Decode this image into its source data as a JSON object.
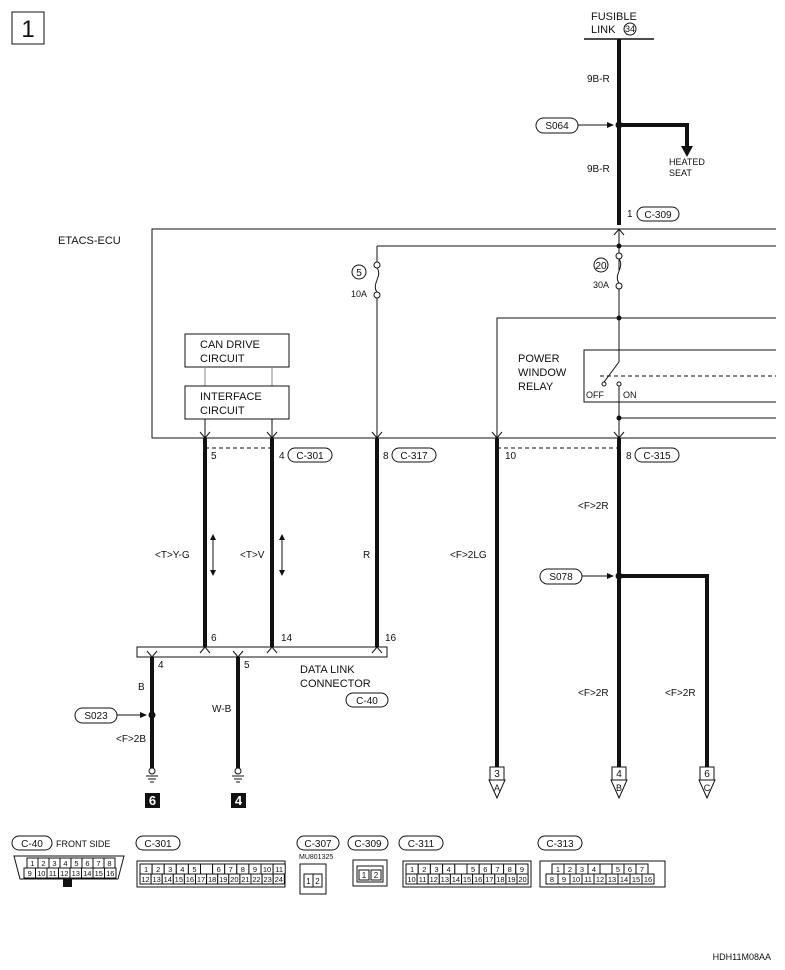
{
  "page_number": "1",
  "figure_code": "HDH11M08AA",
  "fusible_link": {
    "line1": "FUSIBLE",
    "line2": "LINK",
    "number": "34"
  },
  "wires": {
    "main_top": "9B-R",
    "main_mid": "9B-R",
    "can_high": "<T>Y-G",
    "can_low": "<T>V",
    "red": "R",
    "light_green": "<F>2LG",
    "pw_upper": "<F>2R",
    "pw_lower_left": "<F>2R",
    "pw_lower_right": "<F>2R",
    "ground_b": "B",
    "ground_b2": "<F>2B",
    "ground_wb": "W-B"
  },
  "splices": {
    "s064": "S064",
    "s078": "S078",
    "s023": "S023"
  },
  "heated_seat": {
    "line1": "HEATED",
    "line2": "SEAT"
  },
  "ecu": {
    "name": "ETACS-ECU"
  },
  "fuses": {
    "f5": {
      "num": "5",
      "rating": "10A"
    },
    "f20": {
      "num": "20",
      "rating": "30A"
    }
  },
  "blocks": {
    "can_drive": {
      "line1": "CAN DRIVE",
      "line2": "CIRCUIT"
    },
    "interface": {
      "line1": "INTERFACE",
      "line2": "CIRCUIT"
    },
    "relay": {
      "line1": "POWER",
      "line2": "WINDOW",
      "line3": "RELAY",
      "off": "OFF",
      "on": "ON"
    }
  },
  "connectors": {
    "c309": "C-309",
    "c301": "C-301",
    "c317": "C-317",
    "c315": "C-315",
    "c40": "C-40",
    "dlc_line1": "DATA LINK",
    "dlc_line2": "CONNECTOR"
  },
  "pins": {
    "c309_1": "1",
    "p5": "5",
    "p4": "4",
    "p8a": "8",
    "p10": "10",
    "p8b": "8",
    "dlc6": "6",
    "dlc14": "14",
    "dlc16": "16",
    "dlc4": "4",
    "dlc5": "5"
  },
  "grounds": {
    "g6": "6",
    "g4": "4"
  },
  "continuations": [
    {
      "num": "3",
      "letter": "A"
    },
    {
      "num": "4",
      "letter": "B"
    },
    {
      "num": "6",
      "letter": "C"
    }
  ],
  "legend": {
    "c40": {
      "label": "C-40",
      "note": "FRONT SIDE",
      "top": [
        "1",
        "2",
        "3",
        "4",
        "5",
        "6",
        "7",
        "8"
      ],
      "bottom": [
        "9",
        "10",
        "11",
        "12",
        "13",
        "14",
        "15",
        "16"
      ]
    },
    "c301": {
      "label": "C-301",
      "top": [
        "1",
        "2",
        "3",
        "4",
        "5",
        "",
        "6",
        "7",
        "8",
        "9",
        "10",
        "11"
      ],
      "bottom": [
        "12",
        "13",
        "14",
        "15",
        "16",
        "17",
        "18",
        "19",
        "20",
        "21",
        "22",
        "23",
        "24"
      ]
    },
    "c307": {
      "label": "C-307",
      "part": "MU801325",
      "pins": [
        "1",
        "2"
      ]
    },
    "c309": {
      "label": "C-309",
      "pins": [
        "1",
        "2"
      ]
    },
    "c311": {
      "label": "C-311",
      "top": [
        "1",
        "2",
        "3",
        "4",
        "",
        "5",
        "6",
        "7",
        "8",
        "9"
      ],
      "bottom": [
        "10",
        "11",
        "12",
        "13",
        "14",
        "15",
        "16",
        "17",
        "18",
        "19",
        "20"
      ]
    },
    "c313": {
      "label": "C-313",
      "top": [
        "1",
        "2",
        "3",
        "4",
        "",
        "5",
        "6",
        "7"
      ],
      "bottom": [
        "8",
        "9",
        "10",
        "11",
        "12",
        "13",
        "14",
        "15",
        "16"
      ]
    }
  }
}
